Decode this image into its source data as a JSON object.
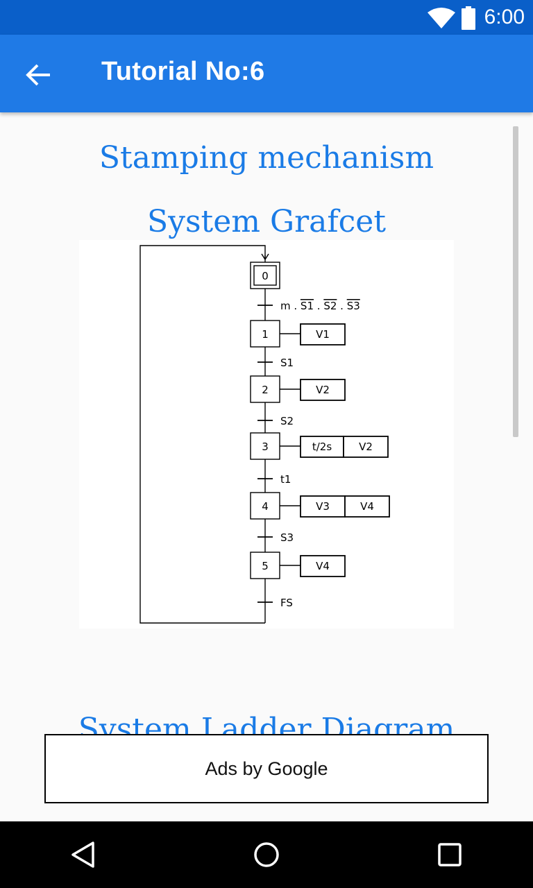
{
  "status_bar": {
    "time": "6:00",
    "icons": [
      "wifi-icon",
      "battery-icon"
    ]
  },
  "app_bar": {
    "title": "Tutorial No:6",
    "back_icon": "arrow-back-icon",
    "color": "#1f7ae6"
  },
  "content": {
    "heading_stamping": "Stamping mechanism",
    "heading_grafcet": "System Grafcet",
    "heading_ladder": "System Ladder Diagram",
    "heading_color": "#1a7be6"
  },
  "grafcet": {
    "steps": [
      {
        "id": "0",
        "initial": true,
        "actions": []
      },
      {
        "id": "1",
        "actions": [
          "V1"
        ]
      },
      {
        "id": "2",
        "actions": [
          "V2"
        ]
      },
      {
        "id": "3",
        "actions": [
          "t/2s",
          "V2"
        ]
      },
      {
        "id": "4",
        "actions": [
          "V3",
          "V4"
        ]
      },
      {
        "id": "5",
        "actions": [
          "V4"
        ]
      }
    ],
    "transitions": [
      {
        "label_prefix": "m . ",
        "terms": [
          "S1",
          "S2",
          "S3"
        ],
        "separator": " . "
      },
      {
        "label": "S1"
      },
      {
        "label": "S2"
      },
      {
        "label": "t1"
      },
      {
        "label": "S3"
      },
      {
        "label": "FS"
      }
    ]
  },
  "ad": {
    "label": "Ads by Google"
  },
  "nav_bar": {
    "icons": [
      "back-triangle-icon",
      "home-circle-icon",
      "recents-square-icon"
    ]
  }
}
